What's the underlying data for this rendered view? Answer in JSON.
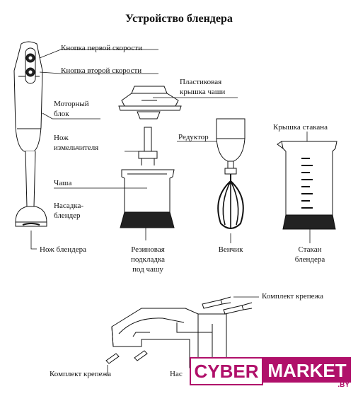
{
  "title": "Устройство блендера",
  "labels": {
    "speed1": "Кнопка первой скорости",
    "speed2": "Кнопка второй скорости",
    "lid_line1": "Пластиковая",
    "lid_line2": "крышка чаши",
    "motor_line1": "Моторный",
    "motor_line2": "блок",
    "chopper_line1": "Нож",
    "chopper_line2": "измельчителя",
    "gearbox": "Редуктор",
    "cup_lid": "Крышка стакана",
    "bowl": "Чаша",
    "attachment_line1": "Насадка-",
    "attachment_line2": "блендер",
    "blade": "Нож блендера",
    "pad_line1": "Резиновая",
    "pad_line2": "подкладка",
    "pad_line3": "под чашу",
    "whisk": "Венчик",
    "cup_line1": "Стакан",
    "cup_line2": "блендера",
    "mount_kit_top": "Комплект крепежа",
    "mount_kit_bottom": "Комплект крепежа",
    "holder_partial": "Нас"
  },
  "watermark": {
    "part1": "CYBER",
    "part2": "MARKET",
    "suffix": ".BY",
    "color": "#b0106a"
  }
}
